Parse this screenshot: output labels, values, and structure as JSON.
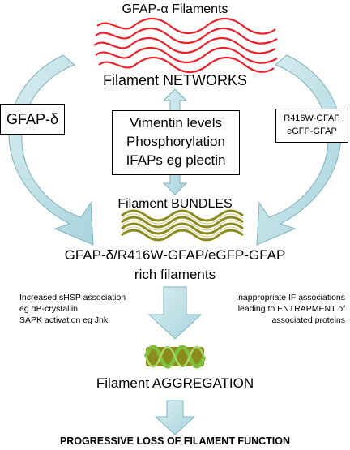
{
  "title": "GFAP-α Filaments",
  "networks_label": "Filament NETWORKS",
  "left_box": "GFAP-δ",
  "center_box": [
    "Vimentin levels",
    "Phosphorylation",
    "IFAPs eg plectin"
  ],
  "right_box": [
    "R416W-GFAP",
    "eGFP-GFAP"
  ],
  "bundles_label": "Filament BUNDLES",
  "rich_line1": "GFAP-δ/R416W-GFAP/eGFP-GFAP",
  "rich_line2": "rich filaments",
  "left_note": [
    "Increased sHSP association",
    "eg αB-crystallin",
    "SAPK activation eg Jnk"
  ],
  "right_note": [
    "Inappropriate IF associations",
    "leading to ENTRAPMENT of",
    "associated proteins"
  ],
  "aggregation_label": "Filament AGGREGATION",
  "final_label": "PROGRESSIVE LOSS OF FILAMENT FUNCTION",
  "colors": {
    "network_red": "#e8212a",
    "bundle_olive": "#8b8a1c",
    "aggregate_green": "#7fbf3a",
    "arrow_fill": "#b9dfe6",
    "arrow_stroke": "#7fb4be"
  }
}
